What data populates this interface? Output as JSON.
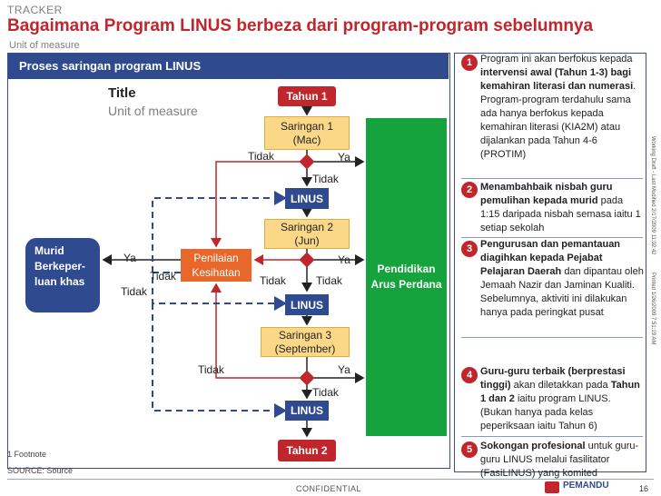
{
  "header": {
    "tracker": "TRACKER",
    "title": "Bagaimana Program LINUS berbeza dari program-program sebelumnya",
    "unit_of_measure": "Unit of measure"
  },
  "left_panel": {
    "header": "Proses saringan program LINUS",
    "chart_title": "Title",
    "chart_unit": "Unit of measure"
  },
  "flow": {
    "tahun1": "Tahun 1",
    "tahun2": "Tahun 2",
    "saringan1": "Saringan 1 (Mac)",
    "saringan2": "Saringan 2 (Jun)",
    "saringan3": "Saringan 3 (September)",
    "linus": "LINUS",
    "murid": "Murid Berkeper-luan khas",
    "penilaian": "Penilaian Kesihatan",
    "pendidikan": "Pendidikan Arus Perdana",
    "tidak": "Tidak",
    "ya": "Ya"
  },
  "right_panel": {
    "items": [
      {
        "num": "1",
        "pre": "Program ini akan berfokus kepada ",
        "bold": "intervensi awal (Tahun 1-3) bagi kemahiran literasi dan numerasi",
        "post": ". Program-program terdahulu sama ada hanya berfokus kepada kemahiran literasi (KIA2M) atau dijalankan pada Tahun 4-6 (PROTIM)"
      },
      {
        "num": "2",
        "pre": "",
        "bold": "Menambahbaik nisbah guru pemulihan kepada murid",
        "post": " pada 1:15 daripada nisbah semasa iaitu 1 setiap sekolah"
      },
      {
        "num": "3",
        "pre": "",
        "bold": "Pengurusan dan pemantauan diagihkan kepada Pejabat Pelajaran Daerah",
        "post": " dan dipantau oleh Jemaah Nazir dan Jaminan Kualiti. Sebelumnya, aktiviti ini dilakukan hanya pada peringkat pusat"
      },
      {
        "num": "4",
        "pre": "",
        "bold": "Guru-guru terbaik (berprestasi tinggi)",
        "post": " akan diletakkan pada ",
        "bold2": "Tahun 1 dan 2",
        "post2": " iaitu program LINUS. (Bukan hanya pada kelas peperiksaan iaitu Tahun 6)"
      },
      {
        "num": "5",
        "pre": "",
        "bold": "Sokongan profesional",
        "post": " untuk guru-guru LINUS melalui fasilitator (FasiLINUS) yang komited"
      }
    ]
  },
  "side_text": {
    "left": "Working Draft - Last Modified 2/17/2009 11:02:42",
    "right": "Printed 1/26/2009 7:51:19 AM"
  },
  "footer": {
    "footnote": "1 Footnote",
    "source": "SOURCE: Source",
    "confidential": "CONFIDENTIAL",
    "logo": "PEMANDU",
    "page": "16"
  },
  "colors": {
    "red": "#c0262b",
    "navy": "#2f4a8f",
    "yellow": "#fbd788",
    "orange": "#e8672a",
    "green": "#14a33c"
  }
}
